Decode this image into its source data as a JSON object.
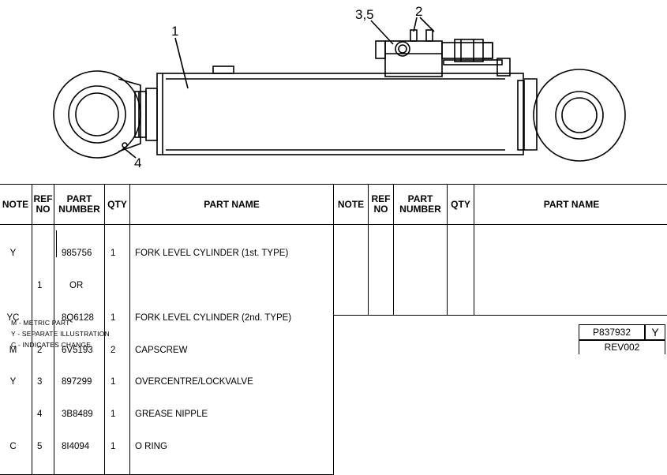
{
  "callouts": {
    "c1": "1",
    "c2": "2",
    "c35": "3,5",
    "c4": "4"
  },
  "table": {
    "headers": {
      "note": "NOTE",
      "ref_no": "REF\nNO",
      "part_number": "PART\nNUMBER",
      "qty": "QTY",
      "part_name": "PART NAME"
    },
    "rows": [
      {
        "note": "Y",
        "ref": "",
        "part_number": "985756",
        "qty": "1",
        "part_name": "FORK LEVEL CYLINDER (1st. TYPE)"
      },
      {
        "note": "",
        "ref": "1",
        "part_number": "OR",
        "qty": "",
        "part_name": ""
      },
      {
        "note": "YC",
        "ref": "",
        "part_number": "8Q6128",
        "qty": "1",
        "part_name": "FORK LEVEL CYLINDER (2nd. TYPE)"
      },
      {
        "note": "M",
        "ref": "2",
        "part_number": "6V5193",
        "qty": "2",
        "part_name": "CAPSCREW"
      },
      {
        "note": "Y",
        "ref": "3",
        "part_number": "897299",
        "qty": "1",
        "part_name": "OVERCENTRE/LOCKVALVE"
      },
      {
        "note": "",
        "ref": "4",
        "part_number": "3B8489",
        "qty": "1",
        "part_name": "GREASE NIPPLE"
      },
      {
        "note": "C",
        "ref": "5",
        "part_number": "8I4094",
        "qty": "1",
        "part_name": "O RING"
      }
    ]
  },
  "legend": {
    "m": "M - METRIC PART",
    "y": "Y - SEPARATE ILLUSTRATION",
    "c": "C - INDICATES CHANGE"
  },
  "footer": {
    "drawing_number": "P837932",
    "illustration_flag": "Y",
    "revision": "REV002"
  }
}
